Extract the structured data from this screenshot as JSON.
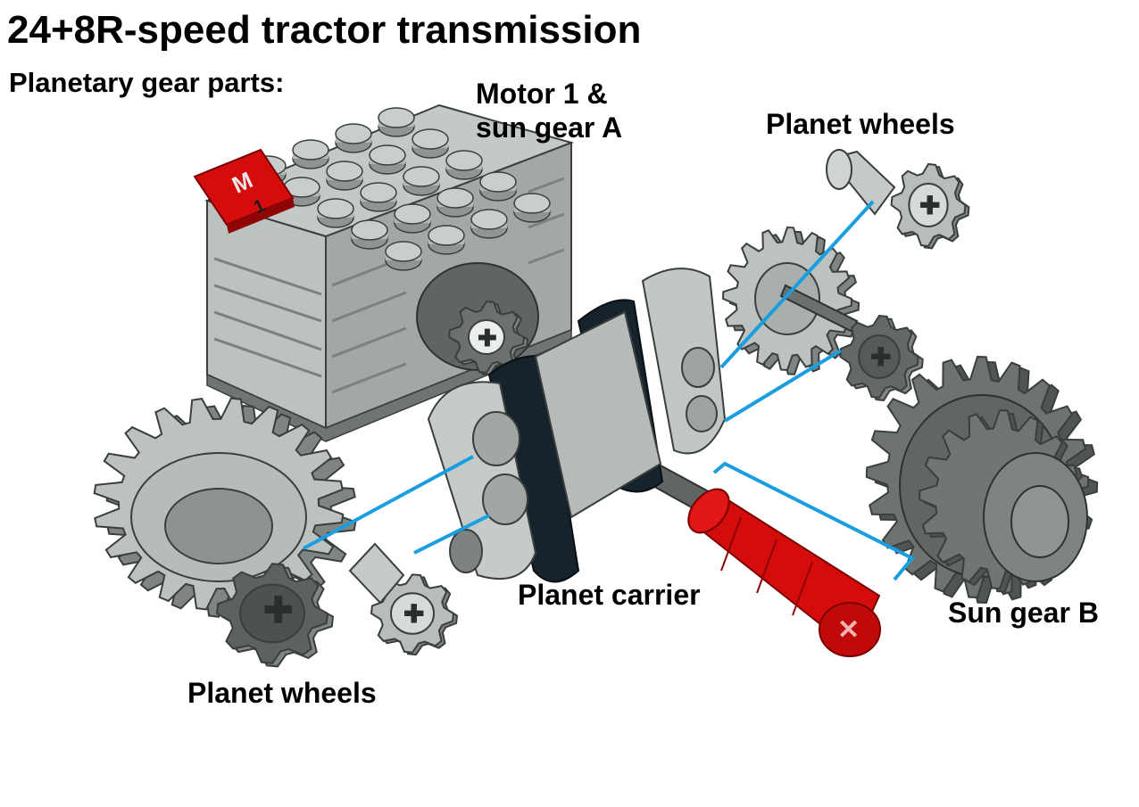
{
  "title": "24+8R-speed tractor transmission",
  "subtitle": "Planetary gear parts:",
  "labels": {
    "motor_line1": "Motor 1 &",
    "motor_line2": "sun gear A",
    "planet_wheels_top": "Planet wheels",
    "planet_carrier": "Planet carrier",
    "sun_gear_b": "Sun gear B",
    "planet_wheels_bottom": "Planet wheels"
  },
  "motor_badge": {
    "letter": "M",
    "number": "1"
  },
  "colors": {
    "part_gray": "#b9c0bc",
    "part_gray_dark": "#7e8582",
    "part_dark": "#5c625f",
    "beam_black": "#16232c",
    "part_red": "#d40c0c",
    "leader_line": "#1a9ee0",
    "outline": "#3a3f3d"
  }
}
